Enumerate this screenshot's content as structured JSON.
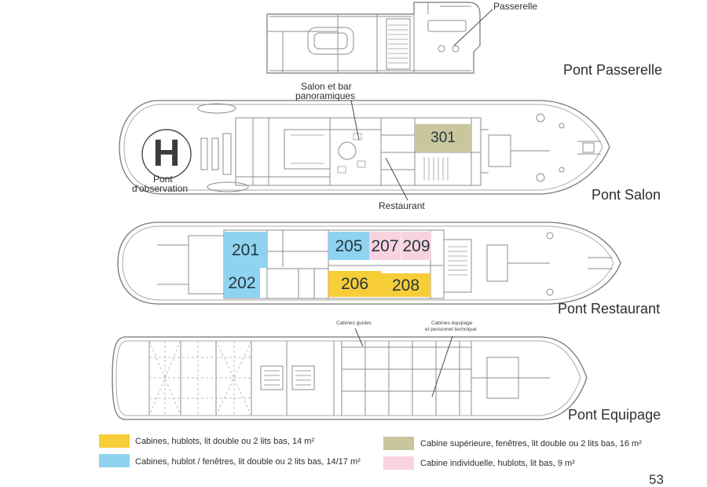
{
  "page_number": "53",
  "decks": [
    {
      "title": "Pont Passerelle"
    },
    {
      "title": "Pont Salon"
    },
    {
      "title": "Pont Restaurant"
    },
    {
      "title": "Pont Equipage"
    }
  ],
  "callouts": {
    "passerelle": "Passerelle",
    "salon_bar": [
      "Salon et bar",
      "panoramiques"
    ],
    "restaurant": "Restaurant",
    "observation": [
      "Pont",
      "d'observation"
    ],
    "cabines_guides": "Cabines guides",
    "cabines_equipage": [
      "Cabines équipage",
      "et personnel technique"
    ]
  },
  "helipad": {
    "symbol": "H",
    "icon": "helipad-icon"
  },
  "cabins": [
    {
      "number": "301",
      "color": "#c9c69c"
    },
    {
      "number": "201",
      "color": "#8fd3f0"
    },
    {
      "number": "202",
      "color": "#8fd3f0"
    },
    {
      "number": "205",
      "color": "#8fd3f0"
    },
    {
      "number": "207",
      "color": "#f8d3df"
    },
    {
      "number": "209",
      "color": "#f8d3df"
    },
    {
      "number": "206",
      "color": "#f7cd38"
    },
    {
      "number": "208",
      "color": "#f7cd38"
    }
  ],
  "legend": [
    {
      "color": "#f7cd38",
      "label": "Cabines, hublots, lit double ou 2 lits bas, 14 m²"
    },
    {
      "color": "#8fd3f0",
      "label": "Cabines, hublot / fenêtres, lit double ou 2 lits bas, 14/17 m²"
    },
    {
      "color": "#c9c69c",
      "label": "Cabine supérieure, fenêtres, lit double ou 2 lits bas, 16 m²"
    },
    {
      "color": "#f8d3df",
      "label": "Cabine individuelle, hublots, lit bas, 9 m²"
    }
  ]
}
